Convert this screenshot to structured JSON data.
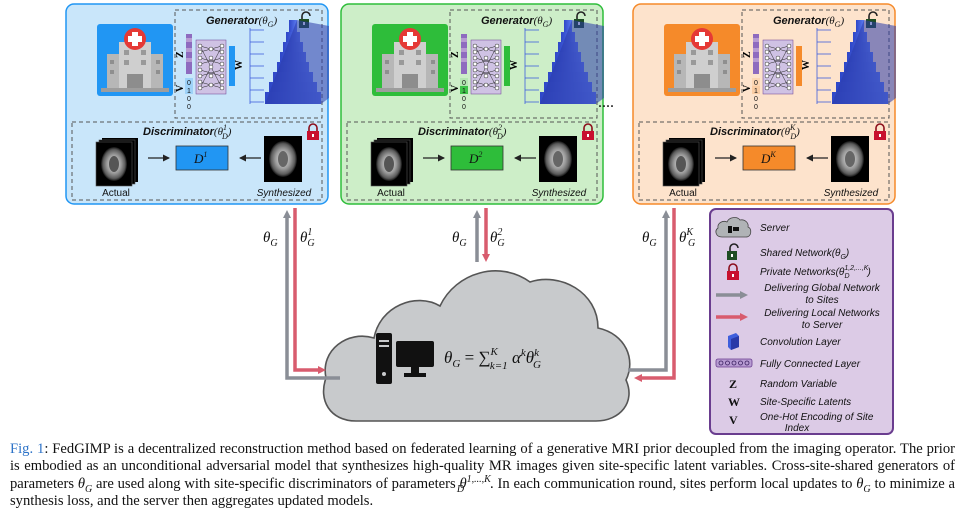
{
  "sites": [
    {
      "generator_label": "Generator",
      "generator_param": "(θ",
      "generator_param_sub": "G",
      "discriminator_label": "Discriminator",
      "discriminator_param": "(θ",
      "discriminator_param_sub": "D",
      "discriminator_param_sup": "1",
      "d_box": "D",
      "d_box_sup": "1",
      "actual": "Actual",
      "synthesized": "Synthesized",
      "color": "#c9e6fa",
      "accent": "#2196f3"
    },
    {
      "generator_label": "Generator",
      "generator_param": "(θ",
      "generator_param_sub": "G",
      "discriminator_label": "Discriminator",
      "discriminator_param": "(θ",
      "discriminator_param_sub": "D",
      "discriminator_param_sup": "2",
      "d_box": "D",
      "d_box_sup": "2",
      "actual": "Actual",
      "synthesized": "Synthesized",
      "color": "#cdeec8",
      "accent": "#2ebd3a"
    },
    {
      "generator_label": "Generator",
      "generator_param": "(θ",
      "generator_param_sub": "G",
      "discriminator_label": "Discriminator",
      "discriminator_param": "(θ",
      "discriminator_param_sub": "D",
      "discriminator_param_sup": "K",
      "d_box": "D",
      "d_box_sup": "K",
      "actual": "Actual",
      "synthesized": "Synthesized",
      "color": "#fde3cc",
      "accent": "#f58a2a"
    }
  ],
  "vector_labels": [
    "Z",
    "W",
    "V"
  ],
  "onehot_digits": [
    "0",
    "1",
    "0",
    "0"
  ],
  "ellipsis": "....",
  "arrow_labels": {
    "site1_left": "θ",
    "site1_left_sub": "G",
    "site1_right": "θ",
    "site1_right_sub": "G",
    "site1_right_sup": "1",
    "site2_left": "θ",
    "site2_left_sub": "G",
    "site2_right": "θ",
    "site2_right_sub": "G",
    "site2_right_sup": "2",
    "siteK_left": "θ",
    "siteK_left_sub": "G",
    "siteK_right": "θ",
    "siteK_right_sub": "G",
    "siteK_right_sup": "K"
  },
  "server_formula": {
    "lhs": "θ",
    "lhs_sub": "G",
    "eq": " = ",
    "sum": "∑",
    "sum_sup": "K",
    "sum_sub": "k=1",
    "alpha": " α",
    "alpha_sup": "k",
    "theta": "θ",
    "theta_sup": "k",
    "theta_sub": "G"
  },
  "legend": {
    "server": "Server",
    "shared": "Shared Network(θ",
    "shared_sub": "G",
    "shared_end": ")",
    "private": "Private Networks(θ",
    "private_sub": "D",
    "private_sup": "1,2,...,K",
    "private_end": ")",
    "global_line1": "Delivering Global Network",
    "global_line2": "to Sites",
    "local_line1": "Delivering Local Networks",
    "local_line2": "to Server",
    "conv": "Convolution Layer",
    "fc": "Fully Connected Layer",
    "z_sym": "Z",
    "z_text": "Random Variable",
    "w_sym": "W",
    "w_text": "Site-Specific Latents",
    "v_sym": "V",
    "v_line1": "One-Hot Encoding of Site",
    "v_line2": "Index"
  },
  "caption": {
    "fig": "Fig. 1",
    "colon": ": ",
    "part1": "FedGIMP is a decentralized reconstruction method based on federated learning of a generative MRI prior decoupled from the imaging operator. The prior is embodied as an unconditional adversarial model that synthesizes high-quality MR images given site-specific latent variables. Cross-site-shared generators of parameters ",
    "theta": "θ",
    "g": "G",
    "part2": " are used along with site-specific discriminators of parameters ",
    "d": "D",
    "sup1k": "1,...,K",
    "part3": ". In each communication round, sites perform local updates to ",
    "part4": " to minimize a synthesis loss, and the server then aggregates updated models."
  },
  "colors": {
    "gray_arrow": "#8a8e96",
    "red_arrow": "#d85c6e",
    "cloud": "#c8cacc",
    "legend_bg": "#dccbe6",
    "legend_border": "#6a3d8f",
    "pyramid": "#3f5fdc"
  }
}
